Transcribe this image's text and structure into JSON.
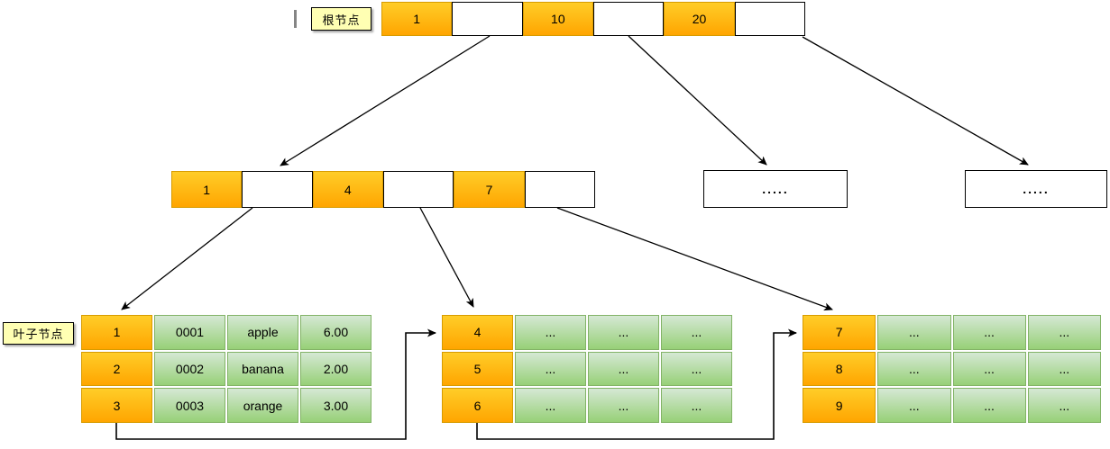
{
  "labels": {
    "root_node": "根节点",
    "leaf_node": "叶子节点"
  },
  "root_node": {
    "cells": [
      "1",
      "",
      "10",
      "",
      "20",
      ""
    ]
  },
  "internal_node": {
    "cells": [
      "1",
      "",
      "4",
      "",
      "7",
      ""
    ]
  },
  "overflow_boxes": {
    "box1": ".....",
    "box2": "....."
  },
  "leaf_tables": [
    {
      "rows": [
        [
          "1",
          "0001",
          "apple",
          "6.00"
        ],
        [
          "2",
          "0002",
          "banana",
          "2.00"
        ],
        [
          "3",
          "0003",
          "orange",
          "3.00"
        ]
      ]
    },
    {
      "rows": [
        [
          "4",
          "...",
          "...",
          "..."
        ],
        [
          "5",
          "...",
          "...",
          "..."
        ],
        [
          "6",
          "...",
          "...",
          "..."
        ]
      ]
    },
    {
      "rows": [
        [
          "7",
          "...",
          "...",
          "..."
        ],
        [
          "8",
          "...",
          "...",
          "..."
        ],
        [
          "9",
          "...",
          "...",
          "..."
        ]
      ]
    }
  ],
  "colors": {
    "key_top": "#ffcd28",
    "key_bottom": "#ffa500",
    "key_border": "#d79b00",
    "data_top": "#d5e8d4",
    "data_bottom": "#97d077",
    "data_border": "#82b366",
    "label_bg": "#ffffb3",
    "line": "#000000"
  }
}
